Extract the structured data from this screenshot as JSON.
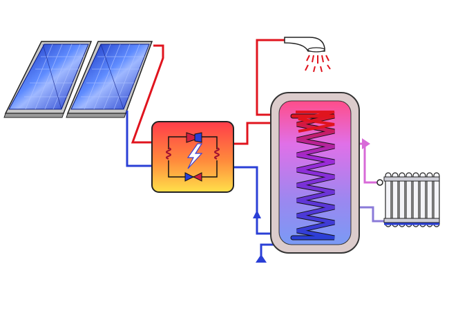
{
  "diagram": {
    "kind": "solar-thermal-heating-schematic",
    "components": [
      {
        "id": "solar-collectors",
        "count": 2
      },
      {
        "id": "heat-pump-controller"
      },
      {
        "id": "storage-tank"
      },
      {
        "id": "shower-head"
      },
      {
        "id": "radiator",
        "fins": 8
      }
    ],
    "colors": {
      "hot": "#e0141e",
      "cold": "#2a3fd6",
      "warm": "#d86ad8",
      "tank_body": "#d9cccc",
      "panel_blue": "#1f3fd0",
      "controller_top": "#ff4a4a",
      "controller_bottom": "#ffd84a"
    },
    "icons": [
      "lightning-icon",
      "valve-icon",
      "pump-icon",
      "coil-icon",
      "water-drop-icon"
    ]
  }
}
